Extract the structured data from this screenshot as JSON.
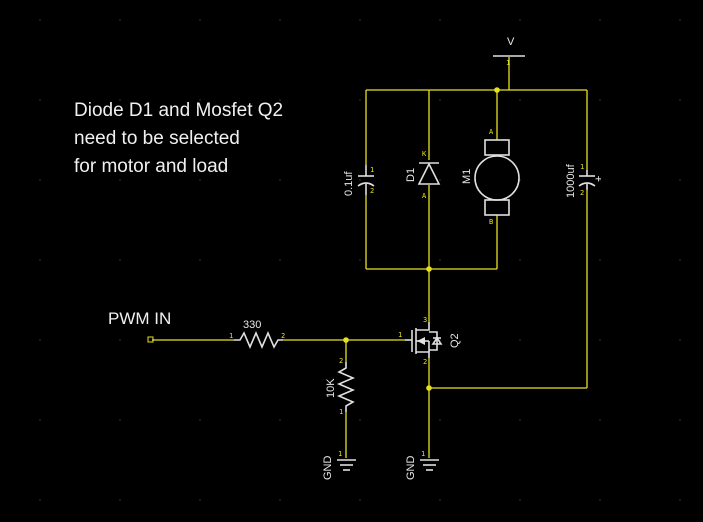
{
  "note": {
    "line1": "Diode D1 and Mosfet Q2",
    "line2": "need to be selected",
    "line3": "for motor and load"
  },
  "input_label": "PWM IN",
  "supply_label": "V",
  "components": {
    "r_series": {
      "value": "330",
      "pin1": "1",
      "pin2": "2"
    },
    "r_pulldown": {
      "value": "10K",
      "pin1": "1",
      "pin2": "2"
    },
    "c_small": {
      "value": "0.1uf",
      "pin1": "1",
      "pin2": "2"
    },
    "diode": {
      "ref": "D1",
      "pin_k": "K",
      "pin_a": "A"
    },
    "motor": {
      "ref": "M1",
      "pin_a": "A",
      "pin_b": "B"
    },
    "c_bulk": {
      "value": "1000uf",
      "pin1": "1",
      "pin2": "2",
      "polarity": "+"
    },
    "mosfet": {
      "ref": "Q2",
      "pin1": "1",
      "pin2": "2",
      "pin3": "3"
    },
    "supply_pin": "1"
  },
  "grounds": [
    {
      "label": "GND",
      "pin": "1"
    },
    {
      "label": "GND",
      "pin": "1"
    }
  ],
  "colors": {
    "background": "#000000",
    "wire": "#e6e020",
    "component": "#e0e0e0",
    "text": "#f0f0f0"
  }
}
